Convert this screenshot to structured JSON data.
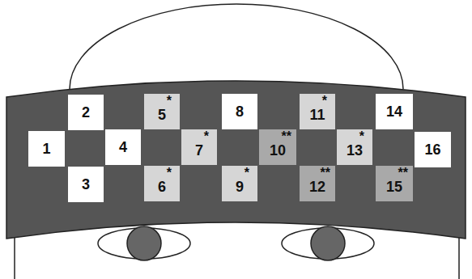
{
  "diagram": {
    "nodes": [
      {
        "text": [
          "1"
        ]
      },
      {
        "text": [
          "2"
        ]
      },
      {
        "text": [
          "3"
        ]
      },
      {
        "text": [
          "4"
        ]
      },
      {
        "text": [
          "5",
          "*"
        ]
      },
      {
        "text": [
          "6",
          "*"
        ]
      },
      {
        "text": [
          "7",
          "*"
        ]
      },
      {
        "text": [
          "8"
        ]
      },
      {
        "text": [
          "9",
          "*"
        ]
      },
      {
        "text": [
          "10",
          "**"
        ]
      },
      {
        "text": [
          "11",
          "*"
        ]
      },
      {
        "text": [
          "12",
          "**"
        ]
      },
      {
        "text": [
          "13",
          "*"
        ]
      },
      {
        "text": [
          "14"
        ]
      },
      {
        "text": [
          "15",
          "**"
        ]
      },
      {
        "text": [
          "16"
        ]
      }
    ]
  }
}
